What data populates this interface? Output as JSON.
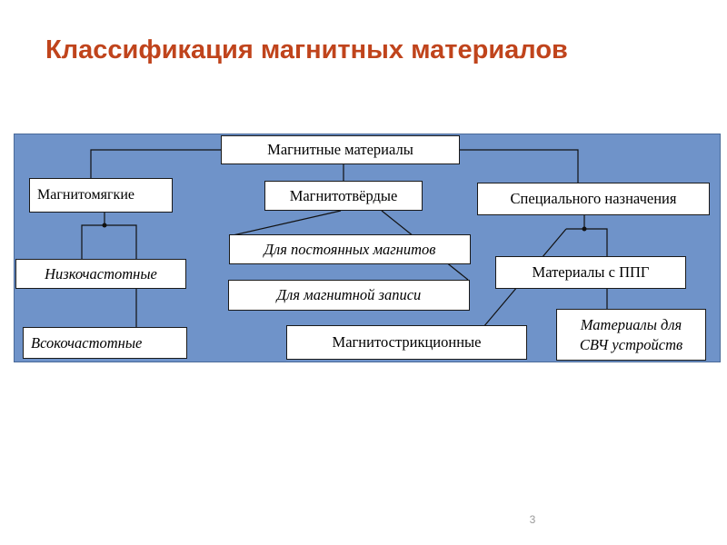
{
  "title": "Классификация магнитных материалов",
  "diagram": {
    "root": "Магнитные материалы",
    "soft": "Магнитомягкие",
    "hard": "Магнитотвёрдые",
    "special": "Специального назначения",
    "low_freq": "Низкочастотные",
    "high_freq": "Всокочастотные",
    "permanent": "Для постоянных магнитов",
    "recording": "Для магнитной записи",
    "ppg": "Материалы с ППГ",
    "magnetostrictive": "Магнитострикционные",
    "microwave_line1": "Материалы для",
    "microwave_line2": "СВЧ устройств"
  },
  "page_number": "3"
}
